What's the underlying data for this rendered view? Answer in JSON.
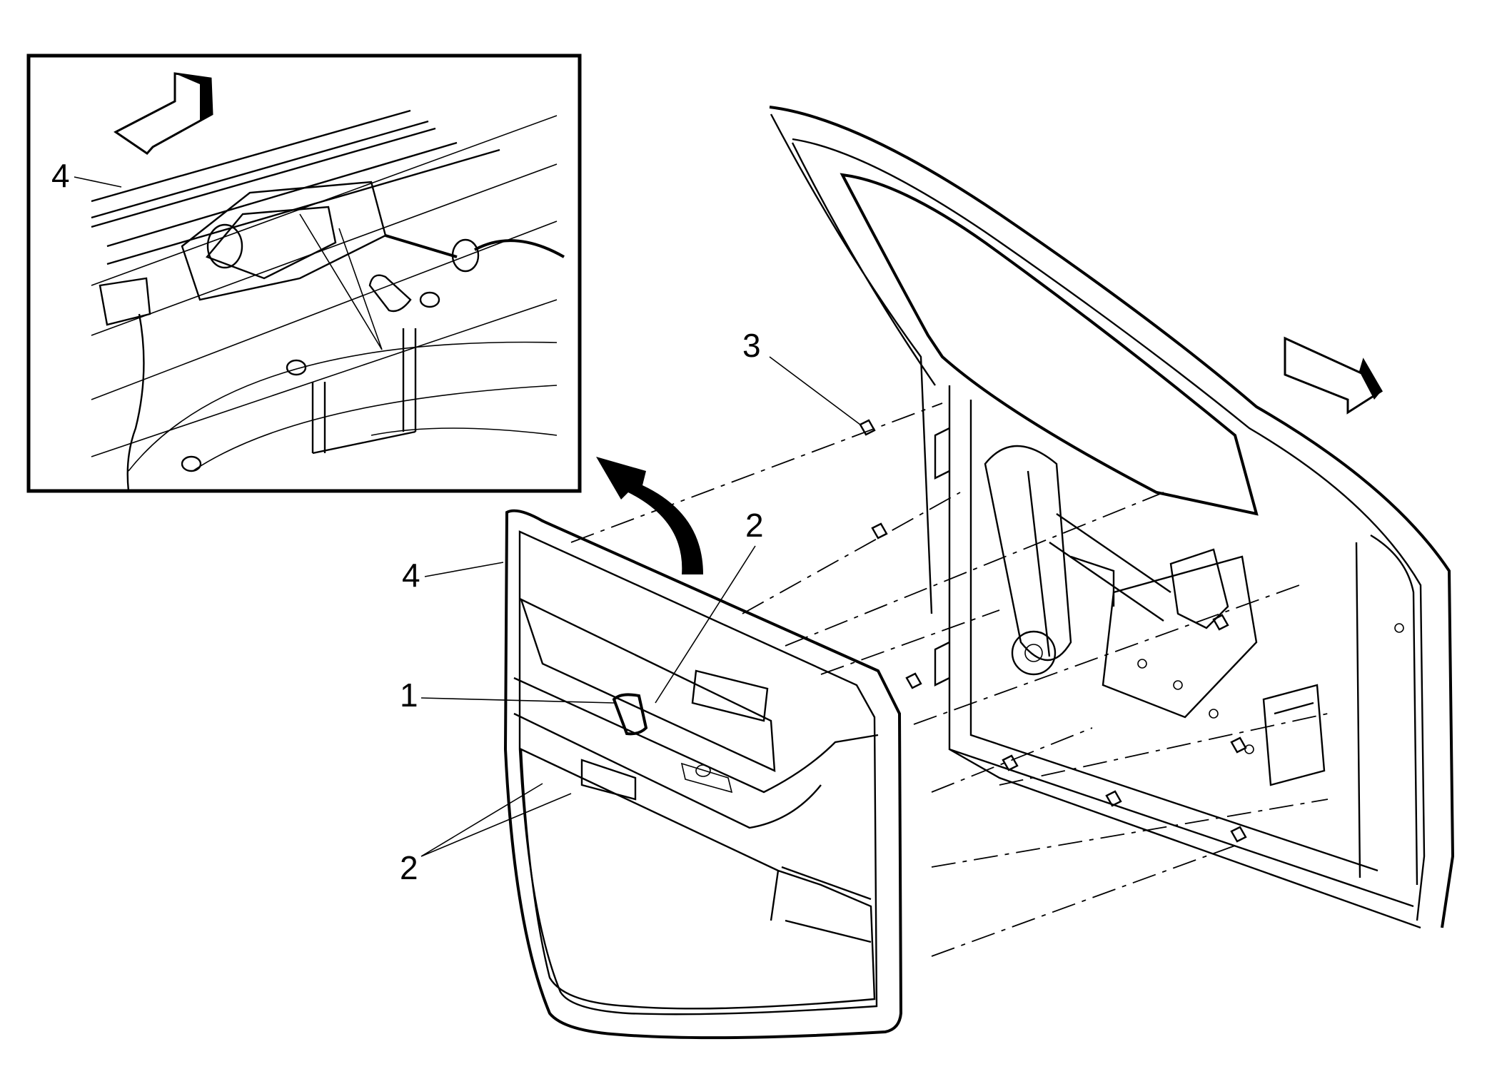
{
  "callouts": {
    "inset_panel": "4",
    "panel": "4",
    "fastener_top": "3",
    "screw_handle": "2",
    "handle_bezel": "1",
    "screws_pull_cup": "2"
  },
  "colors": {
    "line": "#000000",
    "background": "#ffffff"
  }
}
